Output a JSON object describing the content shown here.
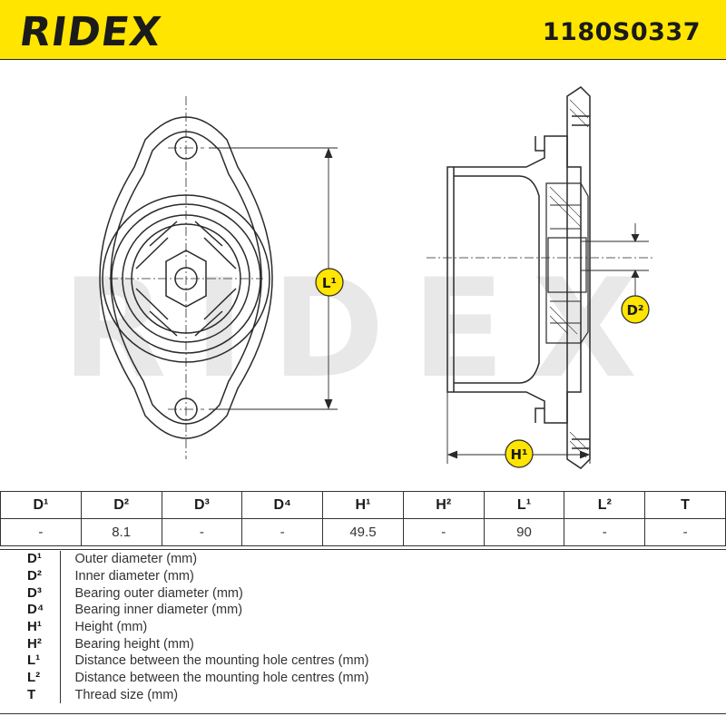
{
  "header": {
    "brand": "RIDEX",
    "part_number": "1180S0337"
  },
  "drawing": {
    "watermark": "RIDEX",
    "labels": {
      "L1": "L¹",
      "D2": "D²",
      "H1": "H¹"
    }
  },
  "dimensions": {
    "headers": [
      "D¹",
      "D²",
      "D³",
      "D⁴",
      "H¹",
      "H²",
      "L¹",
      "L²",
      "T"
    ],
    "values": [
      "-",
      "8.1",
      "-",
      "-",
      "49.5",
      "-",
      "90",
      "-",
      "-"
    ]
  },
  "legend": [
    {
      "symbol": "D¹",
      "text": "Outer diameter (mm)"
    },
    {
      "symbol": "D²",
      "text": "Inner diameter (mm)"
    },
    {
      "symbol": "D³",
      "text": "Bearing outer diameter (mm)"
    },
    {
      "symbol": "D⁴",
      "text": "Bearing inner diameter (mm)"
    },
    {
      "symbol": "H¹",
      "text": "Height (mm)"
    },
    {
      "symbol": "H²",
      "text": "Bearing height (mm)"
    },
    {
      "symbol": "L¹",
      "text": "Distance between the mounting hole centres (mm)"
    },
    {
      "symbol": "L²",
      "text": "Distance between the mounting hole centres (mm)"
    },
    {
      "symbol": "T",
      "text": "Thread size (mm)"
    }
  ],
  "colors": {
    "header_bg": "#ffe500",
    "label_badge": "#ffe500",
    "line": "#2a2a2a"
  }
}
